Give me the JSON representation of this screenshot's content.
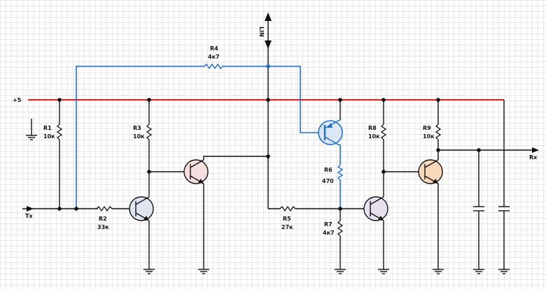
{
  "labels": {
    "lin": "LIN",
    "vplus": "+5",
    "tx": "Tx",
    "rx": "Rx"
  },
  "resistors": [
    {
      "name": "R1",
      "value": "10к"
    },
    {
      "name": "R2",
      "value": "33к"
    },
    {
      "name": "R3",
      "value": "10к"
    },
    {
      "name": "R4",
      "value": "4к7"
    },
    {
      "name": "R5",
      "value": "27к"
    },
    {
      "name": "R6",
      "value": "470"
    },
    {
      "name": "R7",
      "value": "4к7"
    },
    {
      "name": "R8",
      "value": "10к"
    },
    {
      "name": "R9",
      "value": "10к"
    }
  ],
  "colors": {
    "supply_rail": "#e02020",
    "feedback_path": "#1f6fc5",
    "wire": "#111111",
    "q1_fill": "#dfe6f2",
    "q2_fill": "#f6dede",
    "q3_fill": "#dbe7f5",
    "q4_fill": "#e6e0ef",
    "q5_fill": "#f8d8b8"
  }
}
